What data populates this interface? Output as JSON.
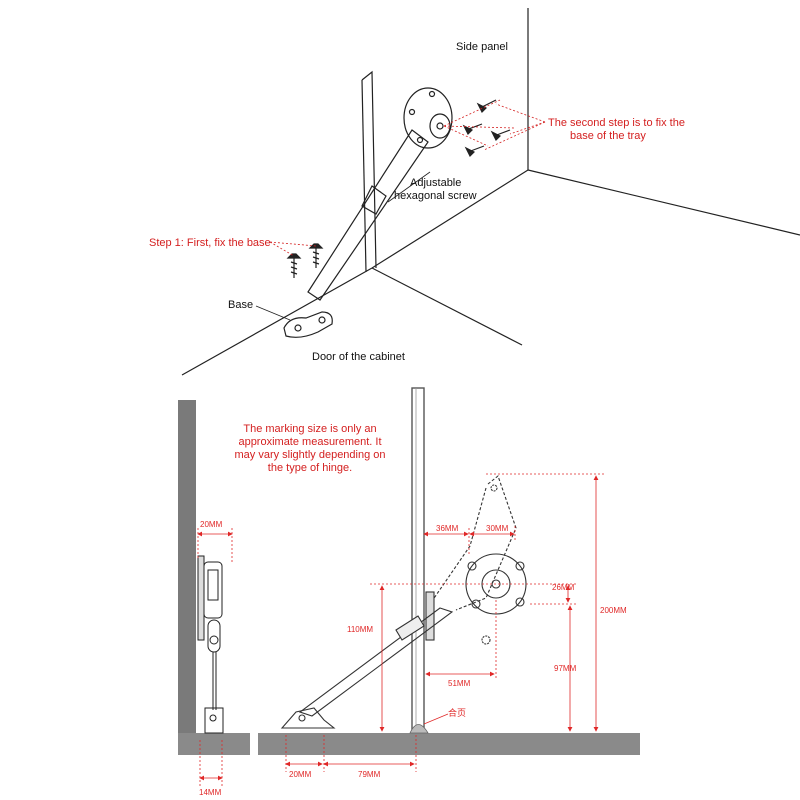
{
  "colors": {
    "line": "#222222",
    "red": "#d42020",
    "wall": "#7a7a7a",
    "floor": "#8a8a8a",
    "dim_red": "#e02828"
  },
  "top": {
    "side_panel": "Side panel",
    "second_step_line1": "The second step is to fix the",
    "second_step_line2": "base of the tray",
    "adjustable_line1": "Adjustable",
    "adjustable_line2": "hexagonal screw",
    "step1": "Step 1: First, fix the base",
    "base": "Base",
    "door": "Door of the cabinet"
  },
  "bottom": {
    "note_line1": "The marking size is only an",
    "note_line2": "approximate measurement. It",
    "note_line3": "may vary slightly depending on",
    "note_line4": "the type of hinge.",
    "dim_20_top": "20MM",
    "dim_14": "14MM",
    "dim_36": "36MM",
    "dim_30": "30MM",
    "dim_26": "26MM",
    "dim_200": "200MM",
    "dim_110": "110MM",
    "dim_97": "97MM",
    "dim_51": "51MM",
    "dim_20_bottom": "20MM",
    "dim_79": "79MM",
    "hinge_cn": "合页"
  }
}
